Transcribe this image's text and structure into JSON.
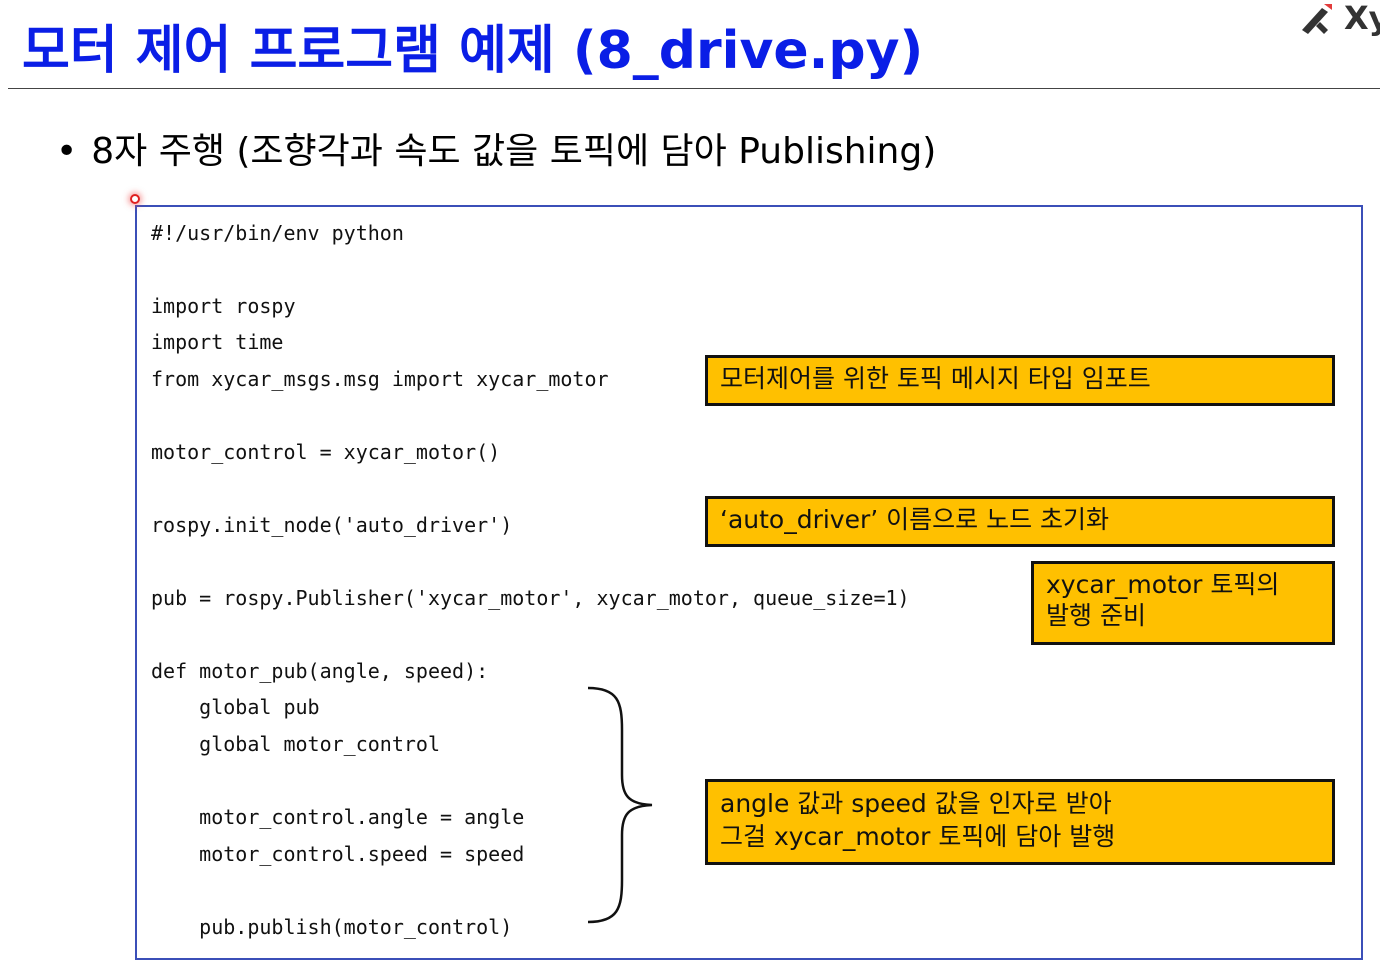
{
  "slide": {
    "title": "모터 제어 프로그램 예제 (8_drive.py)",
    "logo_text": "Xy",
    "bullet_marker": "•",
    "bullet": "8자 주행 (조향각과 속도 값을 토픽에 담아 Publishing)"
  },
  "code": {
    "lines": [
      "#!/usr/bin/env python",
      "import rospy",
      "import time",
      "from xycar_msgs.msg import xycar_motor",
      "motor_control = xycar_motor()",
      "rospy.init_node('auto_driver')",
      "pub = rospy.Publisher('xycar_motor', xycar_motor, queue_size=1)",
      "def motor_pub(angle, speed):",
      "    global pub",
      "    global motor_control",
      "    motor_control.angle = angle",
      "    motor_control.speed = speed",
      "    pub.publish(motor_control)"
    ]
  },
  "annotations": {
    "msg_import": "모터제어를 위한 토픽 메시지 타입 임포트",
    "init_node": "‘auto_driver’ 이름으로 노드 초기화",
    "publisher": "xycar_motor 토픽의\n발행 준비",
    "publish": "angle 값과 speed 값을 인자로 받아\n그걸 xycar_motor 토픽에 담아 발행"
  },
  "colors": {
    "title": "#0a1ee6",
    "annotation_fill": "#ffc000",
    "code_border": "#3b4fb8",
    "cursor": "#e02020"
  },
  "icons": {
    "logo": "xycar-logo-icon",
    "cursor": "pointer-dot-icon",
    "brace": "right-brace-icon"
  }
}
